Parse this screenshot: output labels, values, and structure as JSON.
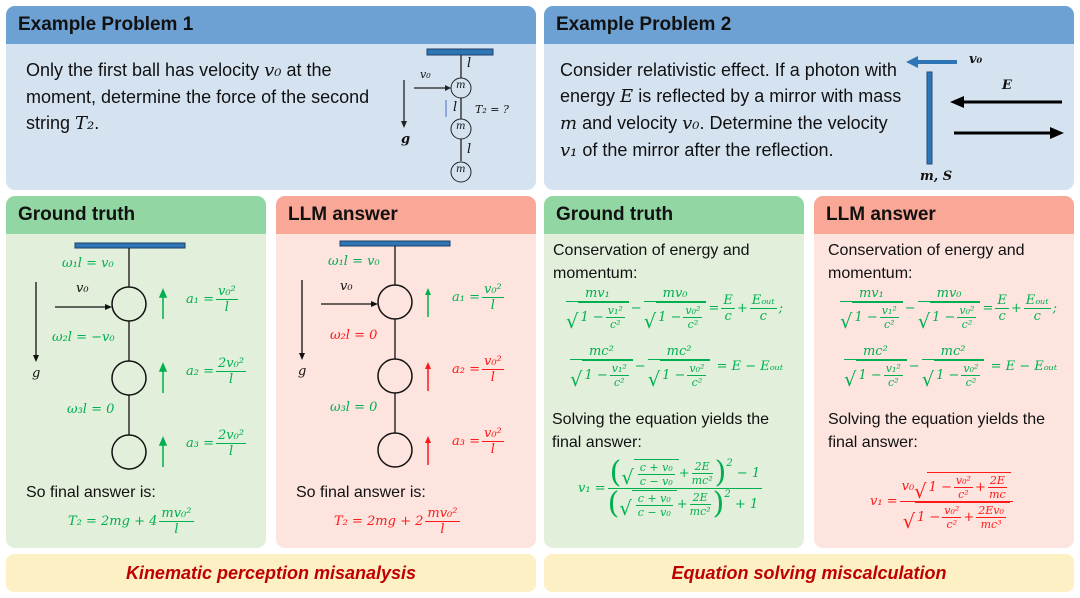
{
  "problem1": {
    "title": "Example Problem 1",
    "t1": "Only the first ball has velocity ",
    "m1": "v₀",
    "t2": " at the moment, determine the force of the second string ",
    "m2": "T₂",
    "t3": ".",
    "diagram": {
      "l": "l",
      "v0": "v₀",
      "m": "m",
      "t2q": "T₂ = ?",
      "g": "g"
    }
  },
  "problem2": {
    "title": "Example Problem 2",
    "t1": "Consider relativistic effect. If a photon with energy ",
    "m1": "E",
    "t2": " is reflected by a mirror with mass ",
    "m2": "m",
    "t3": " and velocity ",
    "m3": "v₀",
    "t4": ". Determine the velocity ",
    "m4": "v₁",
    "t5": " of the mirror after the reflection.",
    "diagram": {
      "v0": "v₀",
      "E": "E",
      "mS": "m, S"
    }
  },
  "gt1": {
    "title": "Ground truth",
    "w1": "ω₁l = v₀",
    "w2": "ω₂l = −v₀",
    "w3": "ω₃l = 0",
    "v0": "v₀",
    "g": "g",
    "a": [
      {
        "lhs": "a₁ =",
        "num": "v₀²",
        "den": "l"
      },
      {
        "lhs": "a₂ =",
        "num": "2v₀²",
        "den": "l"
      },
      {
        "lhs": "a₃ =",
        "num": "2v₀²",
        "den": "l"
      }
    ],
    "final_label": "So final answer is:",
    "final": {
      "lhs": "T₂ = 2mg + 4",
      "num": "mv₀²",
      "den": "l"
    }
  },
  "llm1": {
    "title": "LLM answer",
    "w1": "ω₁l = v₀",
    "w2": "ω₂l = 0",
    "w3": "ω₃l = 0",
    "v0": "v₀",
    "g": "g",
    "a": [
      {
        "lhs": "a₁ =",
        "num": "v₀²",
        "den": "l"
      },
      {
        "lhs": "a₂ =",
        "num": "v₀²",
        "den": "l"
      },
      {
        "lhs": "a₃ =",
        "num": "v₀²",
        "den": "l"
      }
    ],
    "final_label": "So final answer is:",
    "final": {
      "lhs": "T₂ = 2mg + 2",
      "num": "mv₀²",
      "den": "l"
    }
  },
  "eqs": {
    "mv1": "mv₁",
    "mv0": "mv₀",
    "one": "1 −",
    "v1sq": "v₁²",
    "v0sq": "v₀²",
    "csq": "c²",
    "minus": "−",
    "eq": "=",
    "E": "E",
    "c": "c",
    "plus": "+",
    "Eout": "Eₒᵤₜ",
    "semi": ";",
    "mc2": "mc²",
    "rhs2": "= E − Eₒᵤₜ"
  },
  "gt2": {
    "title": "Ground truth",
    "intro": "Conservation of energy and momentum:",
    "solve": "Solving the equation yields the final answer:",
    "v1": {
      "lhs": "v₁ =",
      "cpv": "c + v₀",
      "cmv": "c − v₀",
      "twoE": "2E",
      "mc2": "mc²",
      "sq": "2",
      "m1": "− 1",
      "p1": "+ 1"
    }
  },
  "llm2": {
    "title": "LLM answer",
    "intro": "Conservation of energy and momentum:",
    "solve": "Solving the equation yields the final answer:",
    "v1": {
      "lhs": "v₁ =",
      "v0": "v₀",
      "one": "1 −",
      "v0sq": "v₀²",
      "csq": "c²",
      "twoE": "2E",
      "mc": "mc",
      "twoEv0": "2Ev₀",
      "mc3": "mc³"
    }
  },
  "footers": {
    "left": "Kinematic perception misanalysis",
    "right": "Equation solving miscalculation"
  },
  "colors": {
    "correct": "#00b050",
    "wrong": "#ff1a1a",
    "mirror": "#2e75b6"
  }
}
